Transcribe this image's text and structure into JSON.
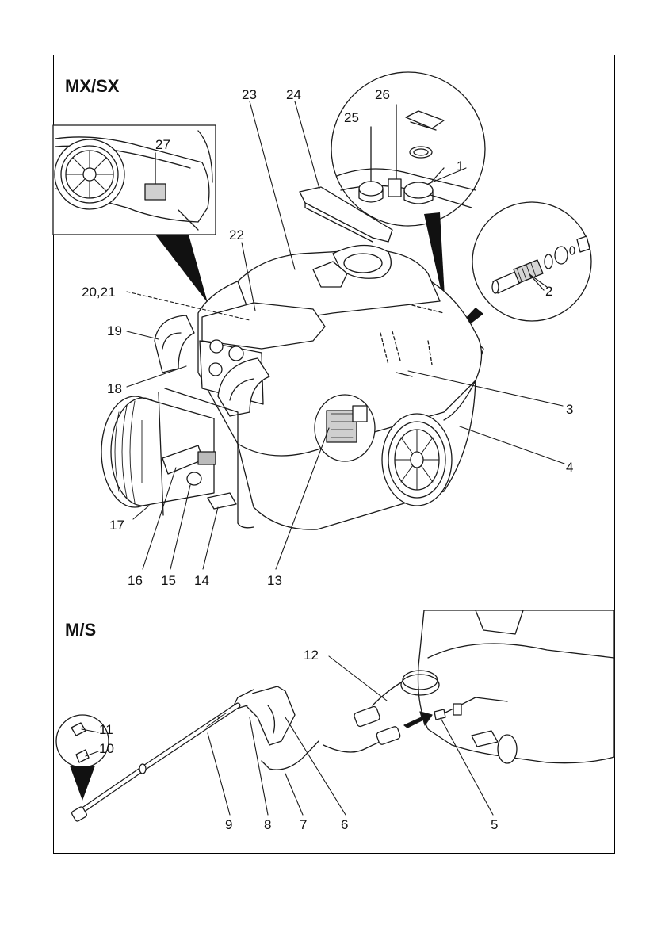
{
  "sections": {
    "top": "MX/SX",
    "bottom": "M/S"
  },
  "labels": {
    "l1": "1",
    "l2": "2",
    "l3": "3",
    "l4": "4",
    "l5": "5",
    "l6": "6",
    "l7": "7",
    "l8": "8",
    "l9": "9",
    "l10": "10",
    "l11": "11",
    "l12": "12",
    "l13": "13",
    "l14": "14",
    "l15": "15",
    "l16": "16",
    "l17": "17",
    "l18": "18",
    "l19": "19",
    "l20_21": "20,21",
    "l22": "22",
    "l23": "23",
    "l24": "24",
    "l25": "25",
    "l26": "26",
    "l27": "27"
  },
  "colors": {
    "line": "#1a1a1a",
    "fill": "#ffffff",
    "shade": "#d9d9d9",
    "dark": "#6e6e6e"
  }
}
